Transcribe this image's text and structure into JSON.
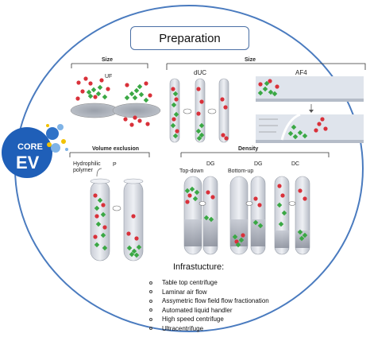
{
  "title": "Preparation",
  "logo": {
    "line1": "CORE",
    "line2": "EV"
  },
  "sections": {
    "size_left": {
      "header": "Size",
      "method": "UF"
    },
    "size_right": {
      "header": "Size",
      "methods": [
        "dUC",
        "AF4"
      ]
    },
    "volume_exclusion": {
      "header": "Volume exclusion",
      "polymer_label": "Hydrophilic polymer",
      "method": "P"
    },
    "density": {
      "header": "Density",
      "methods": [
        "DG",
        "DG",
        "DC"
      ],
      "sub_labels": [
        "Top-down",
        "Bottom-up"
      ]
    }
  },
  "infrastructure": {
    "title": "Infrastucture:",
    "items": [
      "Table top centrifuge",
      "Laminar air flow",
      "Assymetric flow field flow fractionation",
      "Automated liquid handler",
      "High speed centrifuge",
      "Ultracentrifuge"
    ]
  },
  "colors": {
    "frame": "#4a7bbf",
    "logo_blue": "#1f5fb8",
    "logo_light": "#7fb3e6",
    "accent_yellow": "#f2c200",
    "particle_red": "#d9313a",
    "particle_green": "#3aa844"
  }
}
